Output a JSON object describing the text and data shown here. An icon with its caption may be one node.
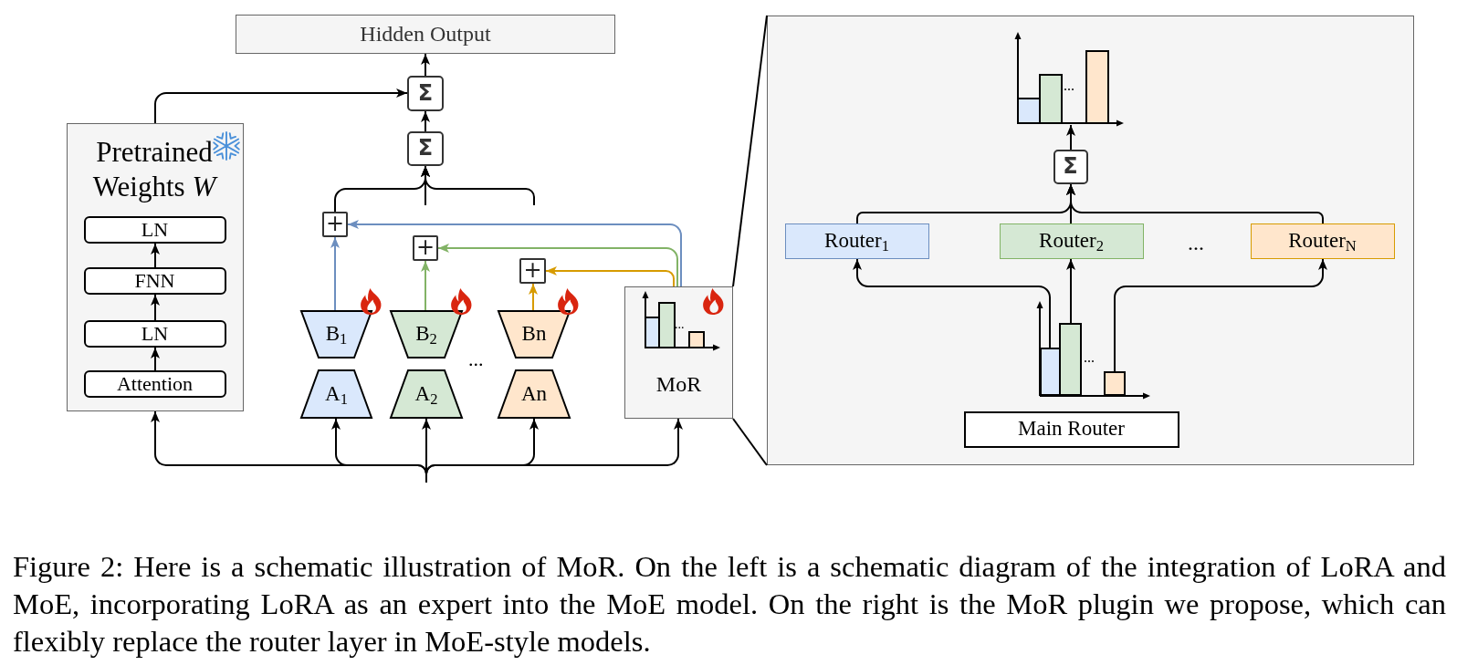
{
  "diagram": {
    "caption": "Figure 2: Here is a schematic illustration of MoR. On the left is a schematic diagram of the integration of LoRA and MoE, incorporating LoRA as an expert into the MoE model. On the right is the MoR plugin we propose, which can flexibly replace the router layer in MoE-style models.",
    "nodes": [
      {
        "text": [
          "Hidden Output"
        ]
      },
      {
        "text": [
          "Σ"
        ]
      },
      {
        "text": [
          "Σ"
        ]
      },
      {
        "text": [
          "Pretrained Weights *W*"
        ]
      },
      {
        "text": [
          "LN"
        ],
        "in": 3
      },
      {
        "text": [
          "FNN"
        ],
        "in": 3
      },
      {
        "text": [
          "LN"
        ],
        "in": 3
      },
      {
        "text": [
          "Attention"
        ],
        "in": 3
      },
      {
        "text": [
          "+"
        ]
      },
      {
        "text": [
          "+"
        ]
      },
      {
        "text": [
          "+"
        ]
      },
      {
        "text": [
          "B$_{1}$"
        ]
      },
      {
        "text": [
          "B$_{2}$"
        ]
      },
      {
        "text": [
          "Bn"
        ]
      },
      {
        "text": [
          "MoR"
        ]
      },
      {
        "text": [
          "A$_{1}$"
        ]
      },
      {
        "text": [
          "A$_{2}$"
        ]
      },
      {
        "text": [
          "An"
        ]
      },
      {
        "text": [],
        "shape": "box"
      },
      {
        "text": [],
        "shape": "chart",
        "in": 18
      },
      {
        "text": [
          "Σ"
        ],
        "in": 18
      },
      {
        "text": [
          "Router$_{1}$"
        ],
        "in": 18
      },
      {
        "text": [
          "Router$_{2}$"
        ],
        "in": 18
      },
      {
        "text": [
          "Router$_{N}$"
        ],
        "in": 18
      },
      {
        "text": [],
        "shape": "chart",
        "in": 18
      },
      {
        "text": [],
        "shape": "bar",
        "in": 24
      },
      {
        "text": [],
        "shape": "bar",
        "in": 24
      },
      {
        "text": [],
        "shape": "bar",
        "in": 24
      },
      {
        "text": [
          "Main Router"
        ],
        "in": 18
      }
    ],
    "edges": [
      {
        "from": null,
        "to": 3,
        "arrow": "to"
      },
      {
        "from": null,
        "to": 15,
        "arrow": "to"
      },
      {
        "from": null,
        "to": 16,
        "arrow": "to"
      },
      {
        "from": null,
        "to": 17,
        "arrow": "to"
      },
      {
        "from": null,
        "to": 14,
        "arrow": "to"
      },
      {
        "from": 7,
        "to": 6,
        "arrow": "to"
      },
      {
        "from": 6,
        "to": 5,
        "arrow": "to"
      },
      {
        "from": 5,
        "to": 4,
        "arrow": "to"
      },
      {
        "from": 3,
        "to": 1,
        "arrow": "to"
      },
      {
        "from": 11,
        "to": 8,
        "arrow": "to",
        "color": "#6c8ebf"
      },
      {
        "from": 12,
        "to": 9,
        "arrow": "to",
        "color": "#82b366"
      },
      {
        "from": 13,
        "to": 10,
        "arrow": "to",
        "color": "#d79b00"
      },
      {
        "from": 14,
        "to": 8,
        "arrow": "to",
        "color": "#6c8ebf"
      },
      {
        "from": 14,
        "to": 9,
        "arrow": "to",
        "color": "#82b366"
      },
      {
        "from": 14,
        "to": 10,
        "arrow": "to",
        "color": "#d79b00"
      },
      {
        "from": 8,
        "to": 2,
        "arrow": "to"
      },
      {
        "from": null,
        "to": 2,
        "arrow": "to"
      },
      {
        "from": null,
        "to": 2,
        "arrow": "to"
      },
      {
        "from": 2,
        "to": 1,
        "arrow": "to"
      },
      {
        "from": 1,
        "to": 0,
        "arrow": "to"
      },
      {
        "from": 14,
        "to": 18,
        "arrow": "none"
      },
      {
        "from": 14,
        "to": 18,
        "arrow": "none"
      },
      {
        "from": 25,
        "to": 21,
        "arrow": "to"
      },
      {
        "from": 26,
        "to": 22,
        "arrow": "to"
      },
      {
        "from": 27,
        "to": 23,
        "arrow": "to"
      },
      {
        "from": 21,
        "to": 20,
        "arrow": "to"
      },
      {
        "from": 22,
        "to": 20,
        "arrow": "to"
      },
      {
        "from": 23,
        "to": 20,
        "arrow": "to"
      },
      {
        "from": 20,
        "to": 19,
        "arrow": "to"
      }
    ],
    "labels": [
      "...",
      "...",
      "...",
      "...",
      "..."
    ]
  }
}
